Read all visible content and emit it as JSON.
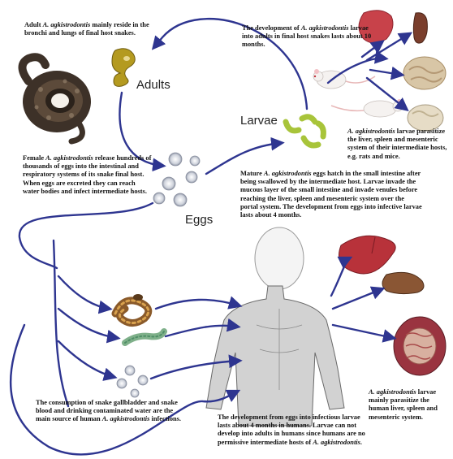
{
  "labels": {
    "adults": "Adults",
    "eggs": "Eggs",
    "larvae": "Larvae"
  },
  "texts": {
    "adult_habitat": {
      "pre": "Adult ",
      "species": "A. agkistrodontis",
      "post": " mainly reside in the bronchi and lungs of final host snakes."
    },
    "larvae_to_adult": {
      "pre": "The development of ",
      "species": "A. agkistrodontis",
      "post": " larvae into adults in final host snakes lasts about 10 months."
    },
    "larvae_parasitize": {
      "species": "A. agkistrodontis",
      "post": " larvae parasitize the liver, spleen and mesenteric system of their intermediate hosts, e.g. rats and mice."
    },
    "female_release": {
      "pre": "Female ",
      "species": "A. agkistrodontis",
      "post": " release hundreds of thousands of eggs into the intestinal and respiratory systems of its snake final host. When eggs are excreted they can reach water bodies and infect intermediate hosts."
    },
    "mature_eggs": {
      "pre": "Mature ",
      "species": "A. agkistrodontis",
      "post": " eggs hatch in the small intestine after being swallowed by the intermediate host. Larvae invade the mucous layer of the small intestine and invade venules before reaching the liver, spleen and mesenteric system over the portal system. The development from eggs into infective larvae lasts about 4 months."
    },
    "consumption": {
      "pre": "The consumption of snake gallbladder and snake blood and drinking contaminated water are the main source of human ",
      "species": "A. agkistrodontis",
      "post": " infections."
    },
    "human_development": {
      "pre": "The development from eggs into infectious larvae lasts about 4 months in humans. Larvae can not develop into adults in humans since humans are no permissive intermediate hosts of ",
      "species": "A. agkistrodontis",
      "post": "."
    },
    "human_parasitize": {
      "species": "A. agkistrodontis",
      "post": " larvae mainly parasitize the human liver, spleen and mesenteric system."
    }
  },
  "colors": {
    "arrow": "#2e3590",
    "larva_green": "#a8c43a",
    "organ_red": "#b8323a",
    "spleen_brown": "#7a3e2c",
    "snake_dark": "#3a2e24"
  }
}
